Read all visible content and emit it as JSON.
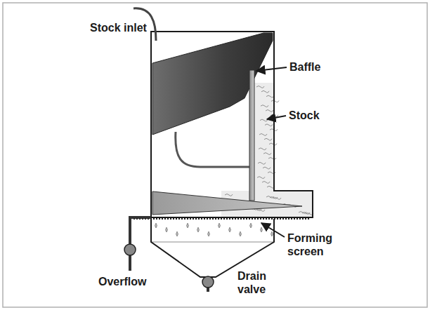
{
  "diagram": {
    "labels": [
      "Stock inlet",
      "Baffle",
      "Stock",
      "Forming screen",
      "Overflow",
      "Drain valve"
    ]
  }
}
